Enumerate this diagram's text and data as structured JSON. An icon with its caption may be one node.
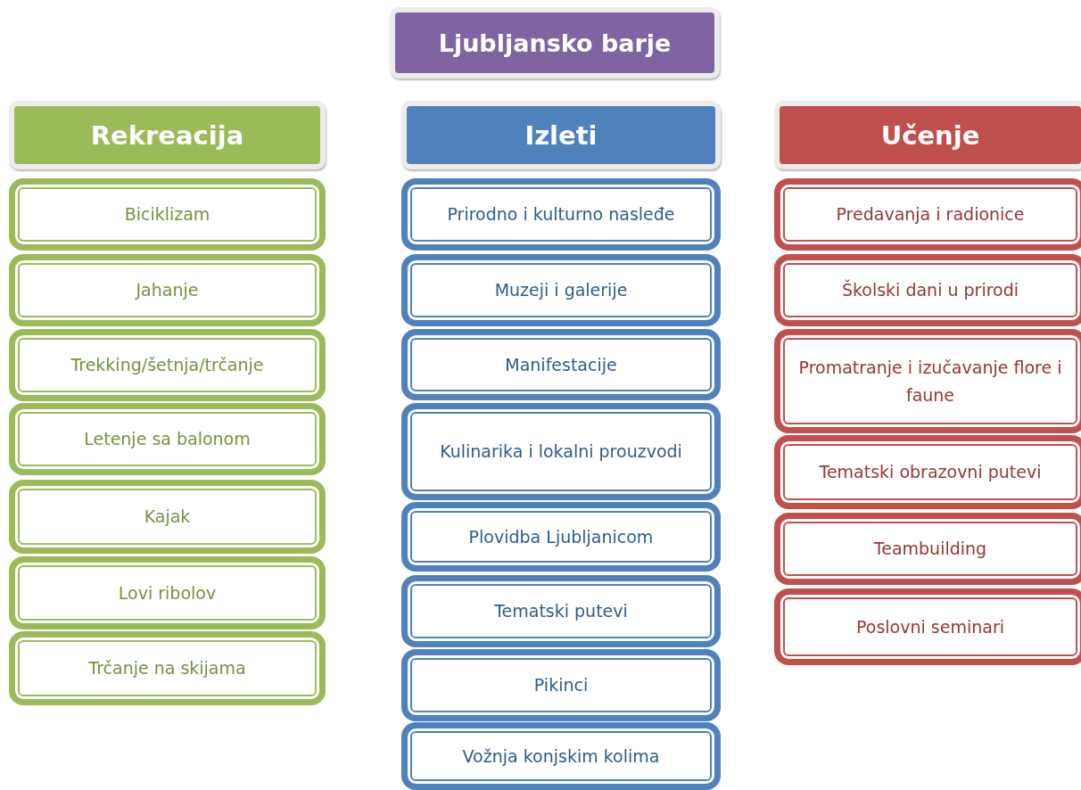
{
  "diagram": {
    "nodes": [
      {
        "text": [
          "Ljubljansko barje"
        ]
      },
      {
        "text": [
          "Rekreacija"
        ]
      },
      {
        "text": [
          "Biciklizam"
        ]
      },
      {
        "text": [
          "Jahanje"
        ]
      },
      {
        "text": [
          "Trekking/šetnja/trčanje"
        ]
      },
      {
        "text": [
          "Letenje sa balonom"
        ]
      },
      {
        "text": [
          "Kajak"
        ]
      },
      {
        "text": [
          "Lovi ribolov"
        ]
      },
      {
        "text": [
          "Trčanje na skijama"
        ]
      },
      {
        "text": [
          "Izleti"
        ]
      },
      {
        "text": [
          "Prirodno i kulturno nasleđe"
        ]
      },
      {
        "text": [
          "Muzeji i galerije"
        ]
      },
      {
        "text": [
          "Manifestacije"
        ]
      },
      {
        "text": [
          "Kulinarika i lokalni prouzvodi"
        ]
      },
      {
        "text": [
          "Plovidba Ljubljanicom"
        ]
      },
      {
        "text": [
          "Tematski putevi"
        ]
      },
      {
        "text": [
          "Pikinci"
        ]
      },
      {
        "text": [
          "Vožnja konjskim kolima"
        ]
      },
      {
        "text": [
          "Učenje"
        ]
      },
      {
        "text": [
          "Predavanja i radionice"
        ]
      },
      {
        "text": [
          "Školski dani u prirodi"
        ]
      },
      {
        "text": [
          "Promatranje i izučavanje flore i faune"
        ]
      },
      {
        "text": [
          "Tematski obrazovni putevi"
        ]
      },
      {
        "text": [
          "Teambuilding"
        ]
      },
      {
        "text": [
          "Poslovni seminari"
        ]
      }
    ]
  }
}
